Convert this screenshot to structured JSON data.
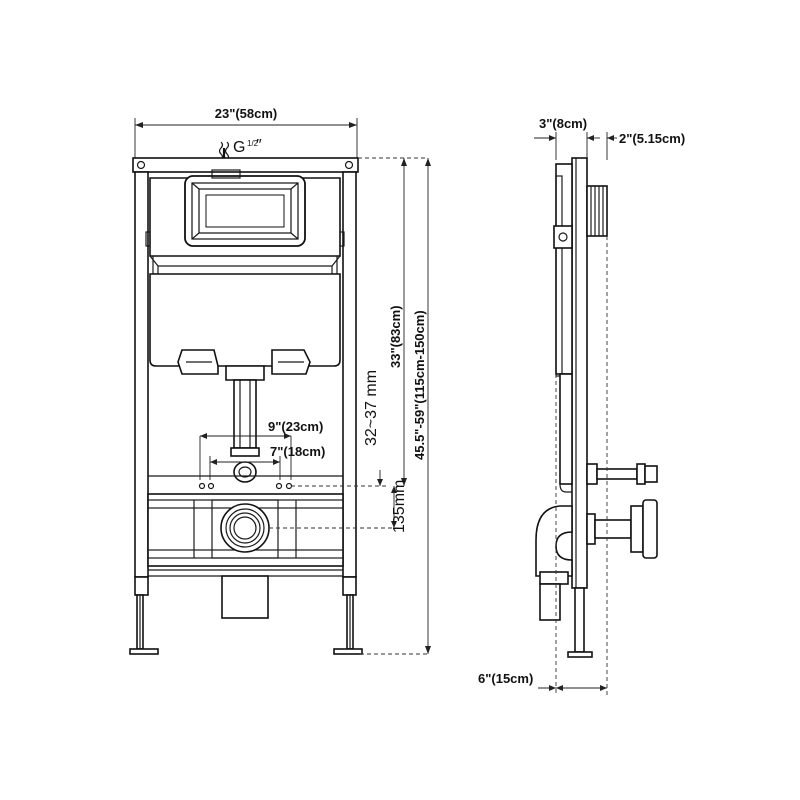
{
  "labels": {
    "width_front": "23\"(58cm)",
    "inlet_thread": "G",
    "inlet_thread_fraction": "1/2",
    "inlet_thread_suffix": "″",
    "tank_height": "33\"(83cm)",
    "total_height": "45.5\"-59\"(115cm-150cm)",
    "bolt_spacing_9": "9\"(23cm)",
    "bolt_spacing_7": "7\"(18cm)",
    "bolt_offset": "32~37 mm",
    "outlet_offset": "135mm",
    "depth_frame": "3\"(8cm)",
    "depth_plate": "2\"(5.15cm)",
    "depth_total": "6\"(15cm)"
  },
  "icons": {
    "water_inlet": "arrow-down-icon"
  },
  "colors": {
    "line": "#111111",
    "background": "#ffffff"
  }
}
